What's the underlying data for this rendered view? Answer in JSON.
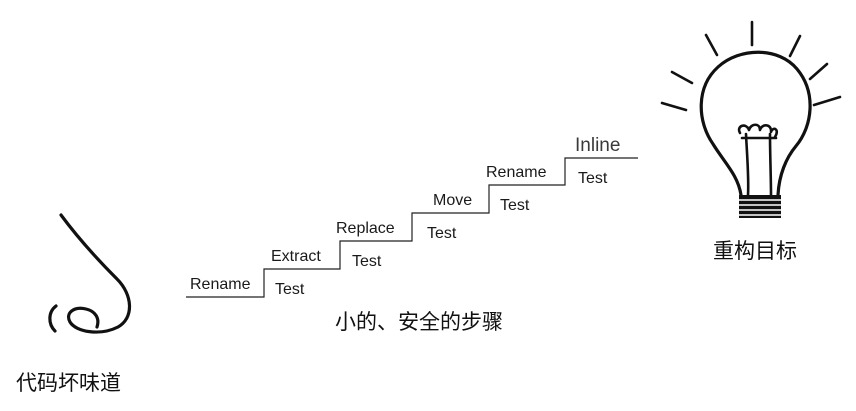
{
  "labels": {
    "smell": "代码坏味道",
    "steps_caption": "小的、安全的步骤",
    "goal": "重构目标"
  },
  "steps": [
    {
      "action": "Rename",
      "check": "Test"
    },
    {
      "action": "Extract",
      "check": "Test"
    },
    {
      "action": "Replace",
      "check": "Test"
    },
    {
      "action": "Move",
      "check": "Test"
    },
    {
      "action": "Rename",
      "check": "Test"
    },
    {
      "action": "Inline"
    }
  ],
  "icons": {
    "start": "nose-icon",
    "end": "lightbulb-icon"
  }
}
